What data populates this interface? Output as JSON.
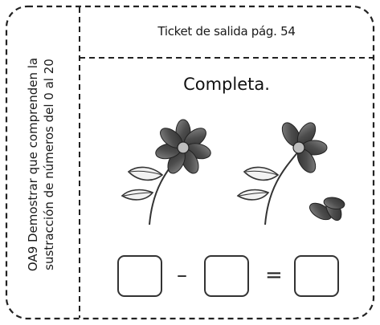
{
  "sidebar": {
    "line1": "OA9 Demostrar que comprenden la",
    "line2": "sustracción de números del 0 al 20"
  },
  "header": {
    "title": "Ticket de salida pág. 54"
  },
  "main": {
    "instruction": "Completa.",
    "equation": {
      "minus": "–",
      "equals": "="
    }
  },
  "illustration": {
    "flower_count_left": 1,
    "flower_count_right": 1,
    "fallen_petals": true
  },
  "colors": {
    "border": "#222222",
    "petal": "#555555",
    "petal_highlight": "#9a9a9a",
    "leaf_fill": "#f2f2f2"
  }
}
